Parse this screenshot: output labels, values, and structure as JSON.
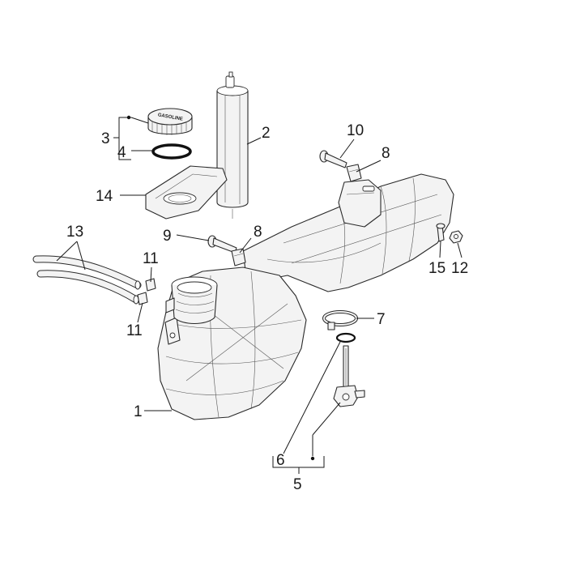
{
  "diagram": {
    "cap_marking": "GASOLINE",
    "callouts": {
      "c1": "1",
      "c2": "2",
      "c3": "3",
      "c4": "4",
      "c5": "5",
      "c6": "6",
      "c7": "7",
      "c8a": "8",
      "c8b": "8",
      "c9": "9",
      "c10": "10",
      "c11a": "11",
      "c11b": "11",
      "c12": "12",
      "c13": "13",
      "c14": "14",
      "c15": "15"
    }
  }
}
